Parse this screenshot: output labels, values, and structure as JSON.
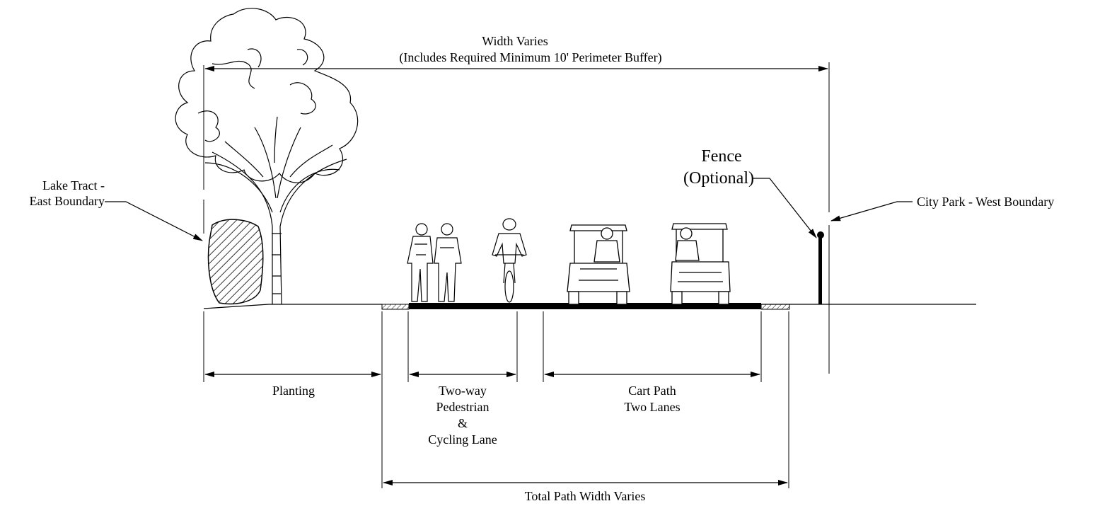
{
  "colors": {
    "ink": "#000000",
    "background": "#ffffff"
  },
  "labels": {
    "width_varies": "Width Varies",
    "includes_buffer": "(Includes Required Minimum 10' Perimeter Buffer)",
    "lake_tract_1": "Lake Tract -",
    "lake_tract_2": "East Boundary",
    "fence_1": "Fence",
    "fence_2": "(Optional)",
    "city_park": "City Park - West Boundary",
    "planting": "Planting",
    "ped_1": "Two-way",
    "ped_2": "Pedestrian",
    "ped_3": "&",
    "ped_4": "Cycling Lane",
    "cart_1": "Cart Path",
    "cart_2": "Two Lanes",
    "total_width": "Total Path Width Varies"
  },
  "figures": {
    "tree": "tree-icon",
    "shrub": "hatched-shrub-icon",
    "pedestrians": "pedestrian-couple-icon",
    "cyclist": "cyclist-icon",
    "cart_front": "golf-cart-front-icon",
    "cart_rear": "golf-cart-rear-icon",
    "fence": "fence-post-icon"
  }
}
